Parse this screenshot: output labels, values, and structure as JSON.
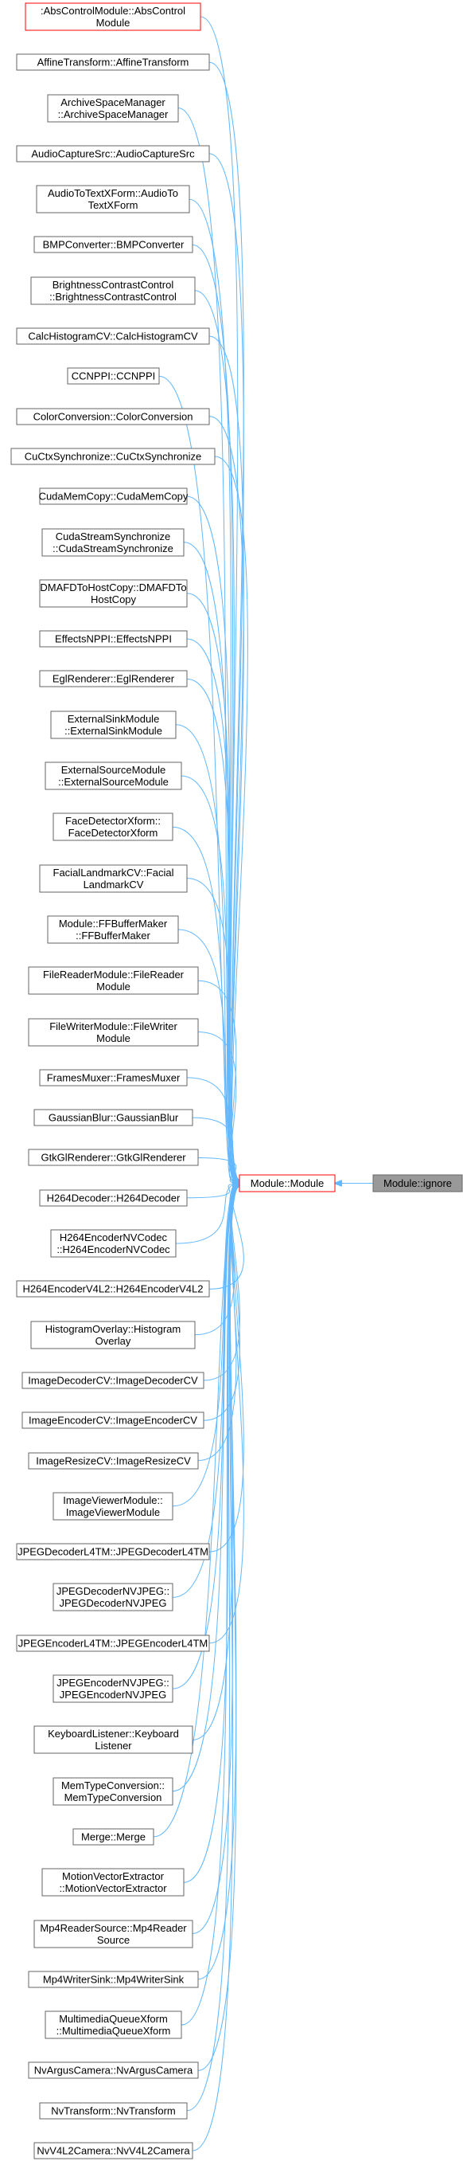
{
  "diagram": {
    "target": {
      "label": "Module::Module"
    },
    "root": {
      "label": "Module::ignore"
    },
    "callers": [
      {
        "lines": [
          ":AbsControlModule::AbsControl",
          "Module"
        ],
        "highlight": true
      },
      {
        "lines": [
          "AffineTransform::AffineTransform"
        ]
      },
      {
        "lines": [
          "ArchiveSpaceManager",
          "::ArchiveSpaceManager"
        ]
      },
      {
        "lines": [
          "AudioCaptureSrc::AudioCaptureSrc"
        ]
      },
      {
        "lines": [
          "AudioToTextXForm::AudioTo",
          "TextXForm"
        ]
      },
      {
        "lines": [
          "BMPConverter::BMPConverter"
        ]
      },
      {
        "lines": [
          "BrightnessContrastControl",
          "::BrightnessContrastControl"
        ]
      },
      {
        "lines": [
          "CalcHistogramCV::CalcHistogramCV"
        ]
      },
      {
        "lines": [
          "CCNPPI::CCNPPI"
        ]
      },
      {
        "lines": [
          "ColorConversion::ColorConversion"
        ]
      },
      {
        "lines": [
          "CuCtxSynchronize::CuCtxSynchronize"
        ]
      },
      {
        "lines": [
          "CudaMemCopy::CudaMemCopy"
        ]
      },
      {
        "lines": [
          "CudaStreamSynchronize",
          "::CudaStreamSynchronize"
        ]
      },
      {
        "lines": [
          "DMAFDToHostCopy::DMAFDTo",
          "HostCopy"
        ]
      },
      {
        "lines": [
          "EffectsNPPI::EffectsNPPI"
        ]
      },
      {
        "lines": [
          "EglRenderer::EglRenderer"
        ]
      },
      {
        "lines": [
          "ExternalSinkModule",
          "::ExternalSinkModule"
        ]
      },
      {
        "lines": [
          "ExternalSourceModule",
          "::ExternalSourceModule"
        ]
      },
      {
        "lines": [
          "FaceDetectorXform::",
          "FaceDetectorXform"
        ]
      },
      {
        "lines": [
          "FacialLandmarkCV::Facial",
          "LandmarkCV"
        ]
      },
      {
        "lines": [
          "Module::FFBufferMaker",
          "::FFBufferMaker"
        ]
      },
      {
        "lines": [
          "FileReaderModule::FileReader",
          "Module"
        ]
      },
      {
        "lines": [
          "FileWriterModule::FileWriter",
          "Module"
        ]
      },
      {
        "lines": [
          "FramesMuxer::FramesMuxer"
        ]
      },
      {
        "lines": [
          "GaussianBlur::GaussianBlur"
        ]
      },
      {
        "lines": [
          "GtkGlRenderer::GtkGlRenderer"
        ]
      },
      {
        "lines": [
          "H264Decoder::H264Decoder"
        ]
      },
      {
        "lines": [
          "H264EncoderNVCodec",
          "::H264EncoderNVCodec"
        ]
      },
      {
        "lines": [
          "H264EncoderV4L2::H264EncoderV4L2"
        ]
      },
      {
        "lines": [
          "HistogramOverlay::Histogram",
          "Overlay"
        ]
      },
      {
        "lines": [
          "ImageDecoderCV::ImageDecoderCV"
        ]
      },
      {
        "lines": [
          "ImageEncoderCV::ImageEncoderCV"
        ]
      },
      {
        "lines": [
          "ImageResizeCV::ImageResizeCV"
        ]
      },
      {
        "lines": [
          "ImageViewerModule::",
          "ImageViewerModule"
        ]
      },
      {
        "lines": [
          "JPEGDecoderL4TM::JPEGDecoderL4TM"
        ]
      },
      {
        "lines": [
          "JPEGDecoderNVJPEG::",
          "JPEGDecoderNVJPEG"
        ]
      },
      {
        "lines": [
          "JPEGEncoderL4TM::JPEGEncoderL4TM"
        ]
      },
      {
        "lines": [
          "JPEGEncoderNVJPEG::",
          "JPEGEncoderNVJPEG"
        ]
      },
      {
        "lines": [
          "KeyboardListener::Keyboard",
          "Listener"
        ]
      },
      {
        "lines": [
          "MemTypeConversion::",
          "MemTypeConversion"
        ]
      },
      {
        "lines": [
          "Merge::Merge"
        ]
      },
      {
        "lines": [
          "MotionVectorExtractor",
          "::MotionVectorExtractor"
        ]
      },
      {
        "lines": [
          "Mp4ReaderSource::Mp4Reader",
          "Source"
        ]
      },
      {
        "lines": [
          "Mp4WriterSink::Mp4WriterSink"
        ]
      },
      {
        "lines": [
          "MultimediaQueueXform",
          "::MultimediaQueueXform"
        ]
      },
      {
        "lines": [
          "NvArgusCamera::NvArgusCamera"
        ]
      },
      {
        "lines": [
          "NvTransform::NvTransform"
        ]
      },
      {
        "lines": [
          "NvV4L2Camera::NvV4L2Camera"
        ]
      }
    ]
  }
}
